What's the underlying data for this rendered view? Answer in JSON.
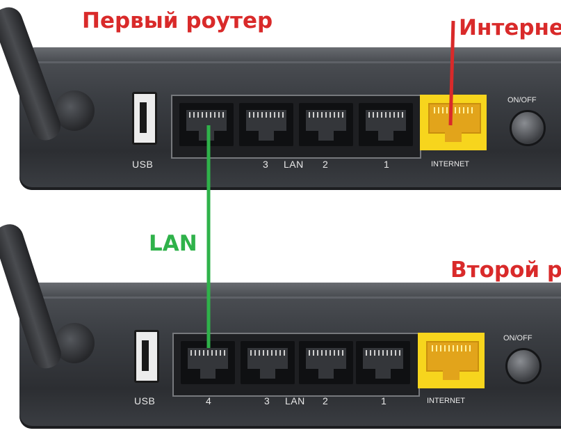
{
  "captions": {
    "first_router": "Первый роутер",
    "internet": "Интерне",
    "lan": "LAN",
    "second_router": "Второй р"
  },
  "router1": {
    "usb_label": "USB",
    "port_labels": [
      "3",
      "LAN",
      "2",
      "1"
    ],
    "internet_label": "INTERNET",
    "onoff_label": "ON/OFF"
  },
  "router2": {
    "usb_label": "USB",
    "port_labels": [
      "4",
      "3",
      "LAN",
      "2",
      "1"
    ],
    "internet_label": "INTERNET",
    "onoff_label": "ON/OFF"
  },
  "colors": {
    "caption_red": "#d92a2a",
    "caption_green": "#2fb24a",
    "internet_port": "#f7d51d",
    "chassis": "#3a3d42"
  }
}
